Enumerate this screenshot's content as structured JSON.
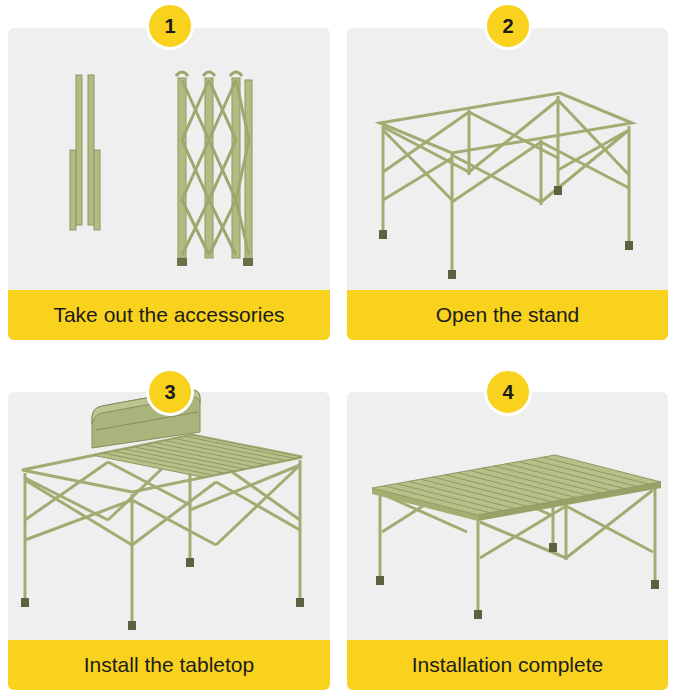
{
  "diagram": {
    "nodes": [
      {
        "text": [
          "1"
        ]
      },
      {
        "text": [
          "Take out the accessories"
        ]
      },
      {
        "text": [
          "2"
        ]
      },
      {
        "text": [
          "Open the stand"
        ]
      },
      {
        "text": [
          "3"
        ]
      },
      {
        "text": [
          "Install the tabletop"
        ]
      },
      {
        "text": [
          "4"
        ]
      },
      {
        "text": [
          "Installation complete"
        ]
      }
    ]
  }
}
